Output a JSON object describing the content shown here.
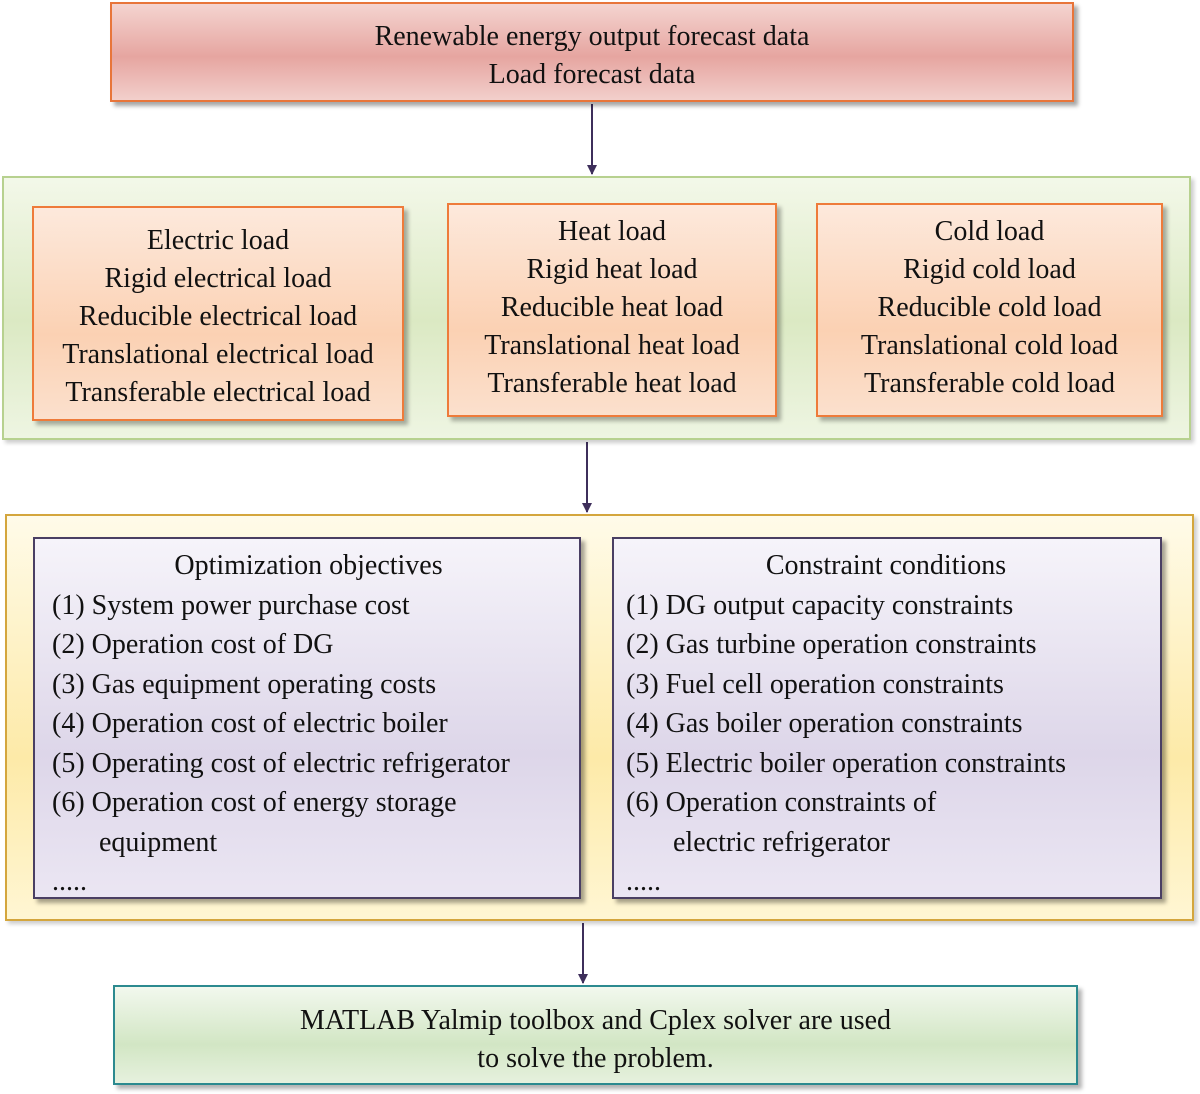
{
  "forecast": {
    "lines": [
      "Renewable energy output forecast data",
      "Load forecast data"
    ]
  },
  "loads": {
    "electric": {
      "title": "Electric load",
      "items": [
        "Rigid electrical load",
        "Reducible electrical load",
        "Translational electrical load",
        "Transferable electrical load"
      ]
    },
    "heat": {
      "title": "Heat load",
      "items": [
        "Rigid heat load",
        "Reducible heat load",
        "Translational heat load",
        "Transferable heat load"
      ]
    },
    "cold": {
      "title": "Cold load",
      "items": [
        "Rigid cold load",
        "Reducible cold load",
        "Translational cold load",
        "Transferable cold load"
      ]
    }
  },
  "objectives": {
    "title": "Optimization objectives",
    "items": [
      "(1) System power purchase cost",
      "(2) Operation cost of DG",
      "(3) Gas equipment operating costs",
      "(4) Operation cost of electric boiler",
      "(5) Operating cost of electric refrigerator",
      "(6) Operation cost of energy storage"
    ],
    "item6_cont": "equipment",
    "ellipsis": "....."
  },
  "constraints": {
    "title": "Constraint conditions",
    "items": [
      "(1) DG output capacity constraints",
      "(2) Gas turbine operation constraints",
      "(3) Fuel cell operation constraints",
      "(4) Gas boiler operation constraints",
      "(5) Electric boiler operation constraints",
      "(6) Operation constraints of"
    ],
    "item6_cont": "electric refrigerator",
    "ellipsis": "....."
  },
  "solver": {
    "lines": [
      "MATLAB Yalmip toolbox and Cplex solver are used",
      "to solve the problem."
    ]
  },
  "colors": {
    "arrow": "#3e2f5b",
    "forecast_border": "#e8753a",
    "loads_border": "#b7d18f",
    "load_card_border": "#ee7b3a",
    "opt_border": "#d4a63d",
    "opt_card_border": "#4a3f63",
    "solver_border": "#2c8a8f"
  }
}
